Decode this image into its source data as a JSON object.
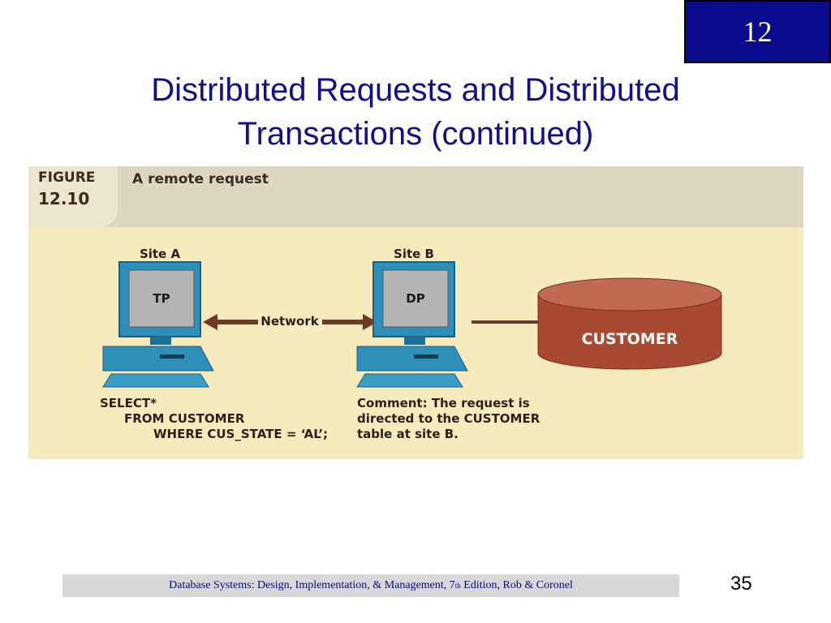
{
  "chapter": "12",
  "title": {
    "line1": "Distributed Requests and Distributed",
    "line2": "Transactions (continued)"
  },
  "figure": {
    "label_top": "FIGURE",
    "label_num": "12.10",
    "caption": "A remote request",
    "site_a": "Site A",
    "site_b": "Site B",
    "tp": "TP",
    "dp": "DP",
    "network": "Network",
    "database": "CUSTOMER",
    "sql": {
      "line1": "SELECT*",
      "line2": "FROM CUSTOMER",
      "line3": "WHERE CUS_STATE = ‘AL’;"
    },
    "comment": {
      "line1": "Comment: The request is",
      "line2": "directed to the CUSTOMER",
      "line3": "table at site B."
    }
  },
  "footer": {
    "pre": "Database Systems: Design, Implementation, & Management, 7",
    "sup": "th",
    "post": " Edition, Rob & Coronel"
  },
  "page_number": "35",
  "colors": {
    "title": "#10108a",
    "badge": "#0a0a8c",
    "panel": "#f6ebbd",
    "cylinder": "#a84a32",
    "arrow": "#6b3a2a"
  }
}
